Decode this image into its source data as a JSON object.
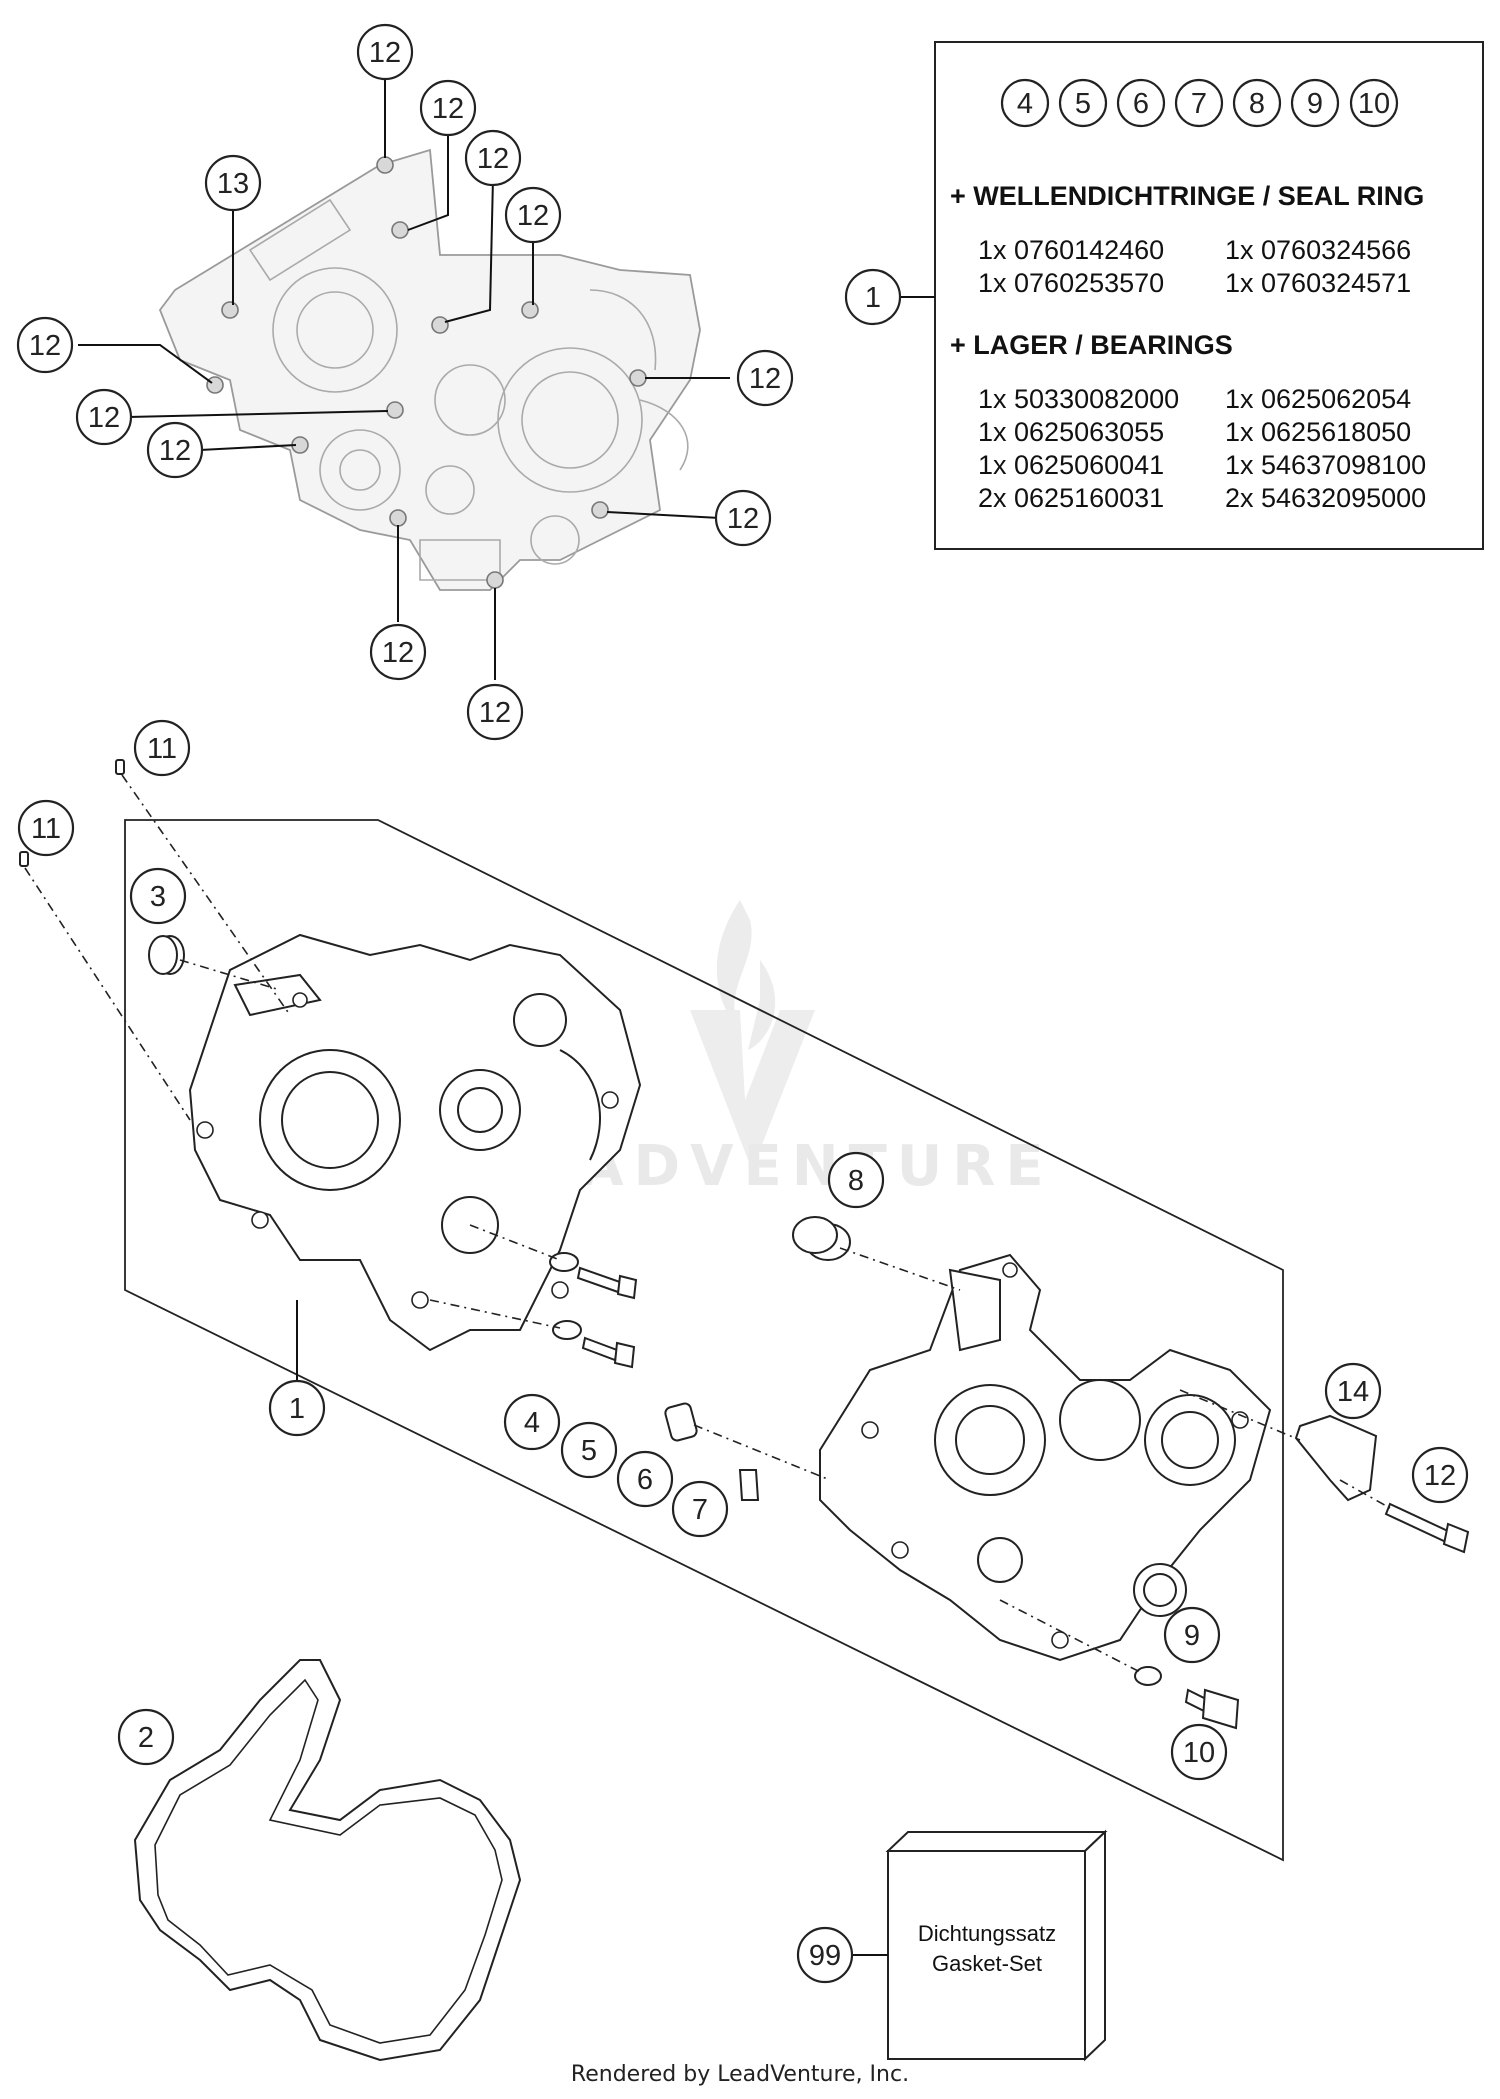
{
  "callouts": {
    "top_12a": "12",
    "top_12b": "12",
    "top_12c": "12",
    "top_12d": "12",
    "top_12e": "12",
    "top_12f": "12",
    "top_12g": "12",
    "top_12h": "12",
    "top_12i": "12",
    "top_12j": "12",
    "top_12k": "12",
    "top_13": "13",
    "kit_1": "1",
    "exp_11a": "11",
    "exp_11b": "11",
    "exp_3": "3",
    "exp_1": "1",
    "exp_4": "4",
    "exp_5": "5",
    "exp_6": "6",
    "exp_7": "7",
    "exp_8": "8",
    "exp_9": "9",
    "exp_10": "10",
    "exp_14": "14",
    "exp_12": "12",
    "exp_2": "2",
    "exp_99": "99"
  },
  "kit_box": {
    "included_refs": [
      "4",
      "5",
      "6",
      "7",
      "8",
      "9",
      "10"
    ],
    "seal_header": "+ WELLENDICHTRINGE / SEAL RING",
    "seal_rows": [
      [
        "1x 0760142460",
        "1x 0760324566"
      ],
      [
        "1x 0760253570",
        "1x 0760324571"
      ]
    ],
    "bearing_header": "+ LAGER / BEARINGS",
    "bearing_rows": [
      [
        "1x 50330082000",
        "1x 0625062054"
      ],
      [
        "1x 0625063055",
        "1x 0625618050"
      ],
      [
        "1x 0625060041",
        "1x 54637098100"
      ],
      [
        "2x 0625160031",
        "2x 54632095000"
      ]
    ]
  },
  "gasket_set": {
    "line1": "Dichtungssatz",
    "line2": "Gasket-Set"
  },
  "watermark": "LEADVENTURE",
  "footer": "Rendered by LeadVenture, Inc."
}
